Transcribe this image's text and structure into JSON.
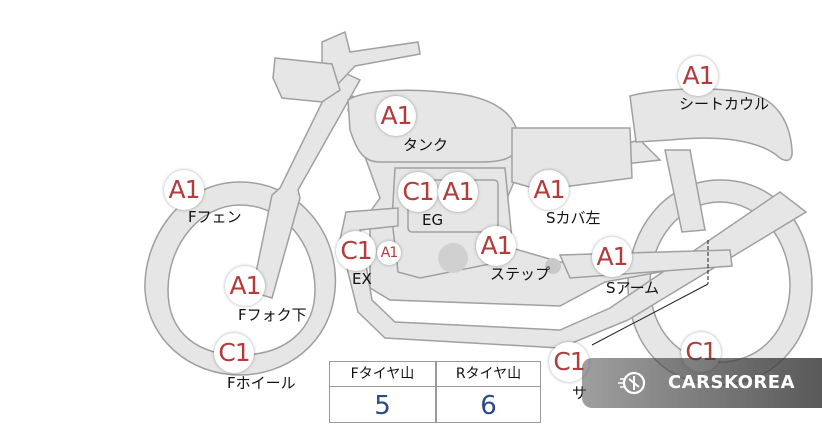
{
  "parts": [
    {
      "id": "tank",
      "code": "A1",
      "label": "タンク"
    },
    {
      "id": "seat-cowl",
      "code": "A1",
      "label": "シートカウル"
    },
    {
      "id": "f-fender",
      "code": "A1",
      "label": "Fフェン"
    },
    {
      "id": "eg",
      "codes": [
        "C1",
        "A1"
      ],
      "label": "EG"
    },
    {
      "id": "s-cover-left",
      "code": "A1",
      "label": "Sカバ左"
    },
    {
      "id": "ex",
      "codes": [
        "C1",
        "A1"
      ],
      "label": "EX"
    },
    {
      "id": "step",
      "code": "A1",
      "label": "ステップ"
    },
    {
      "id": "s-arm",
      "code": "A1",
      "label": "Sアーム"
    },
    {
      "id": "f-fork-lower",
      "code": "A1",
      "label": "Fフォク下"
    },
    {
      "id": "f-wheel",
      "code": "C1",
      "label": "Fホイール"
    },
    {
      "id": "s-partial",
      "code": "C1",
      "label": "サ"
    },
    {
      "id": "r-wheel",
      "code": "C1",
      "label": ""
    }
  ],
  "tire_table": {
    "front_header": "Fタイヤ山",
    "rear_header": "Rタイヤ山",
    "front_value": "5",
    "rear_value": "6"
  },
  "watermark": {
    "text": "CARSKOREA"
  },
  "colors": {
    "body_fill": "#e6e6e6",
    "body_stroke": "#a0a0a0",
    "code_red": "#b23b3b",
    "value_blue": "#2a4a8a"
  }
}
